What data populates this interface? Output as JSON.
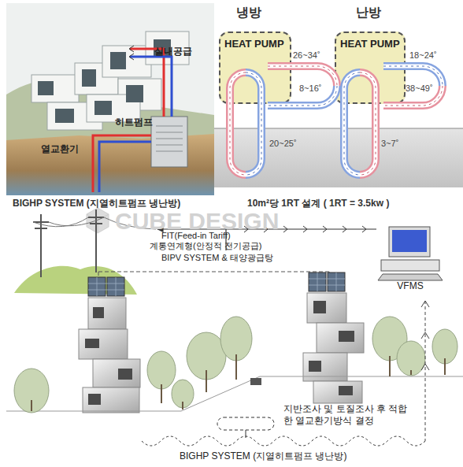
{
  "diagram": {
    "nodes": [
      {
        "text": [
          "HEAT PUMP"
        ]
      },
      {
        "text": [
          "HEAT PUMP"
        ]
      },
      {
        "text": [
          "VFMS"
        ]
      }
    ],
    "labels": [
      "실내공급",
      "히트펌프",
      "열교환기",
      "BIGHP SYSTEM (지열히트펌프 냉난방)",
      "냉방",
      "난방",
      "26~34˚",
      "8~16˚",
      "20~25˚",
      "18~24˚",
      "38~49˚",
      "3~7˚",
      "10m²당 1RT 설계 ( 1RT = 3.5kw )",
      "CUBE DESIGN",
      "FIT(Feed-in Tariff)",
      "계통연계형(안정적 전기공급)",
      "BIPV SYSTEM & 태양광급탕",
      "지반조사 및 토질조사 후 적합한 열교환기방식 결정",
      "BIGHP SYSTEM (지열히트펌프 냉난방)"
    ]
  }
}
